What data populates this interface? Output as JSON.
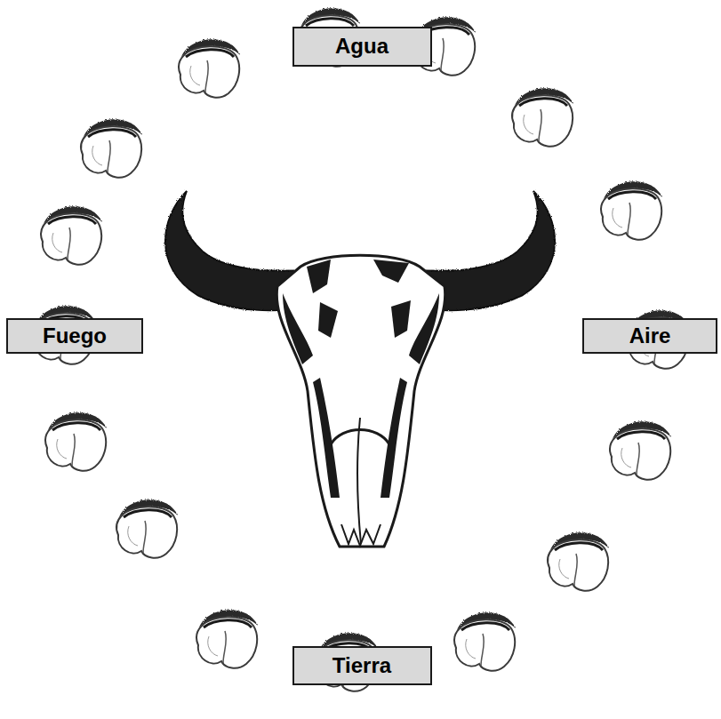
{
  "diagram": {
    "nodes": [
      {
        "text": [
          "Agua"
        ]
      },
      {
        "text": [
          "Fuego"
        ]
      },
      {
        "text": [
          "Aire"
        ]
      },
      {
        "text": [
          "Tierra"
        ]
      }
    ]
  }
}
